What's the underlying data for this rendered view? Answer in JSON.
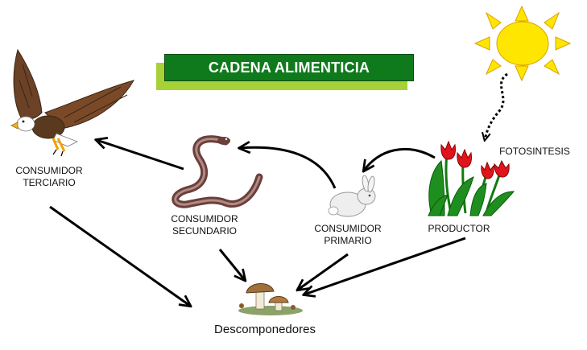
{
  "title": "CADENA ALIMENTICIA",
  "nodes": {
    "tertiary": {
      "line1": "CONSUMIDOR",
      "line2": "TERCIARIO",
      "icon": "eagle-icon"
    },
    "secondary": {
      "line1": "CONSUMIDOR",
      "line2": "SECUNDARIO",
      "icon": "snake-icon"
    },
    "primary": {
      "line1": "CONSUMIDOR",
      "line2": "PRIMARIO",
      "icon": "rabbit-icon"
    },
    "producer": {
      "label": "PRODUCTOR",
      "icon": "tulips-icon"
    },
    "decomposers": {
      "label": "Descomponedores",
      "icon": "mushrooms-icon"
    }
  },
  "photosynthesis": {
    "label": "FOTOSINTESIS",
    "icon": "sun-icon"
  },
  "colors": {
    "title_bg": "#0f7a1c",
    "title_shadow": "#a8d137",
    "sun": "#ffe600",
    "arrow": "#000000"
  }
}
